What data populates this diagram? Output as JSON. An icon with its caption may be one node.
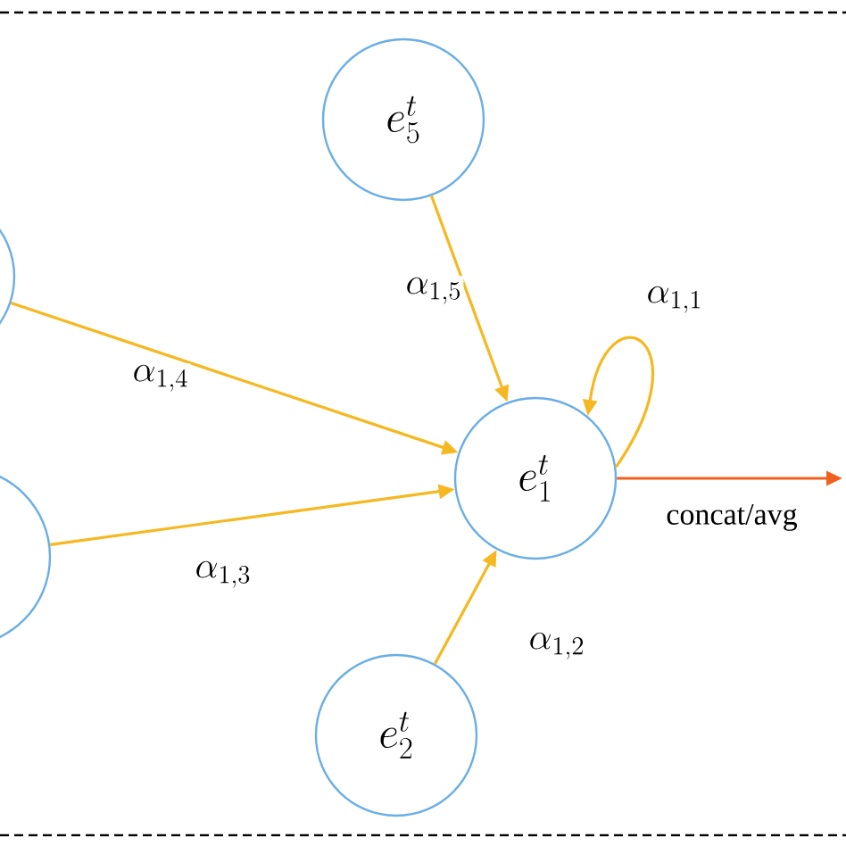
{
  "diagram": {
    "nodes": [
      {
        "text": [
          "e_5^t"
        ]
      },
      {
        "text": [],
        "shape": "circle"
      },
      {
        "text": [
          "e_1^t"
        ]
      },
      {
        "text": [],
        "shape": "circle"
      },
      {
        "text": [
          "e_2^t"
        ]
      }
    ],
    "edges": [
      {
        "from": 0,
        "to": 2,
        "arrow": "to",
        "label": "\\alpha_{1,5}"
      },
      {
        "from": 1,
        "to": 2,
        "arrow": "to",
        "label": "\\alpha_{1,4}"
      },
      {
        "from": 2,
        "to": 2,
        "arrow": "to",
        "label": "\\alpha_{1,1}"
      },
      {
        "from": 3,
        "to": 2,
        "arrow": "to",
        "label": "\\alpha_{1,3}"
      },
      {
        "from": 4,
        "to": 2,
        "arrow": "to",
        "label": "\\alpha_{1,2}"
      },
      {
        "from": 2,
        "to": null,
        "arrow": "to",
        "label": "concat/avg",
        "color": "#f0601e"
      }
    ]
  }
}
